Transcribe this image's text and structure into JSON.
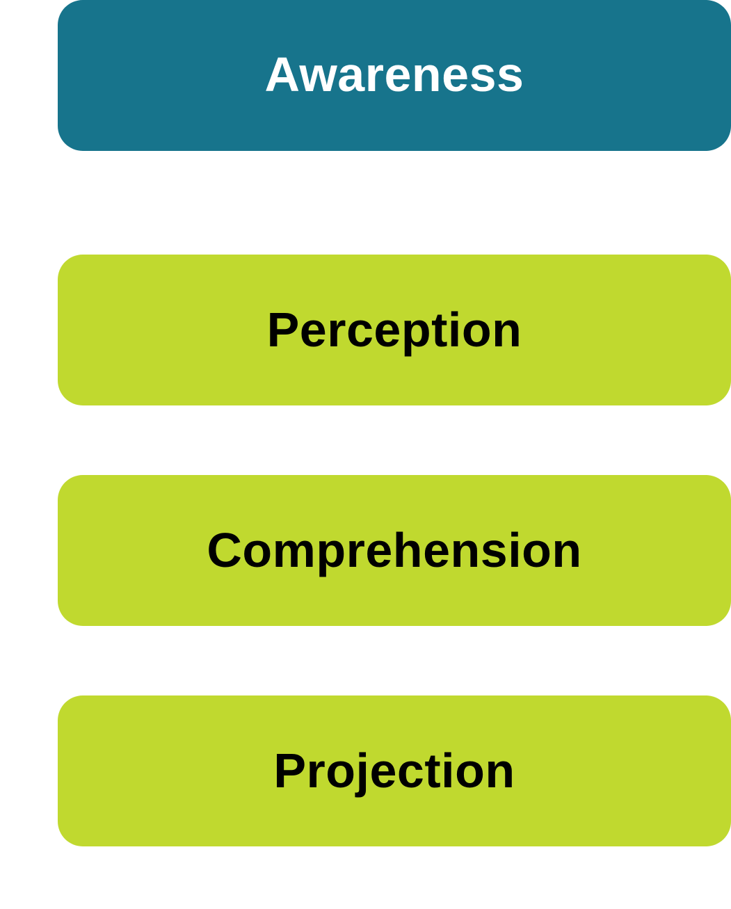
{
  "diagram": {
    "header": {
      "label": "Awareness",
      "fill_color": "#17748C",
      "text_color": "#FFFFFF"
    },
    "levels": [
      {
        "label": "Perception",
        "fill_color": "#C0D92F",
        "text_color": "#000000"
      },
      {
        "label": "Comprehension",
        "fill_color": "#C0D92F",
        "text_color": "#000000"
      },
      {
        "label": "Projection",
        "fill_color": "#C0D92F",
        "text_color": "#000000"
      }
    ]
  }
}
